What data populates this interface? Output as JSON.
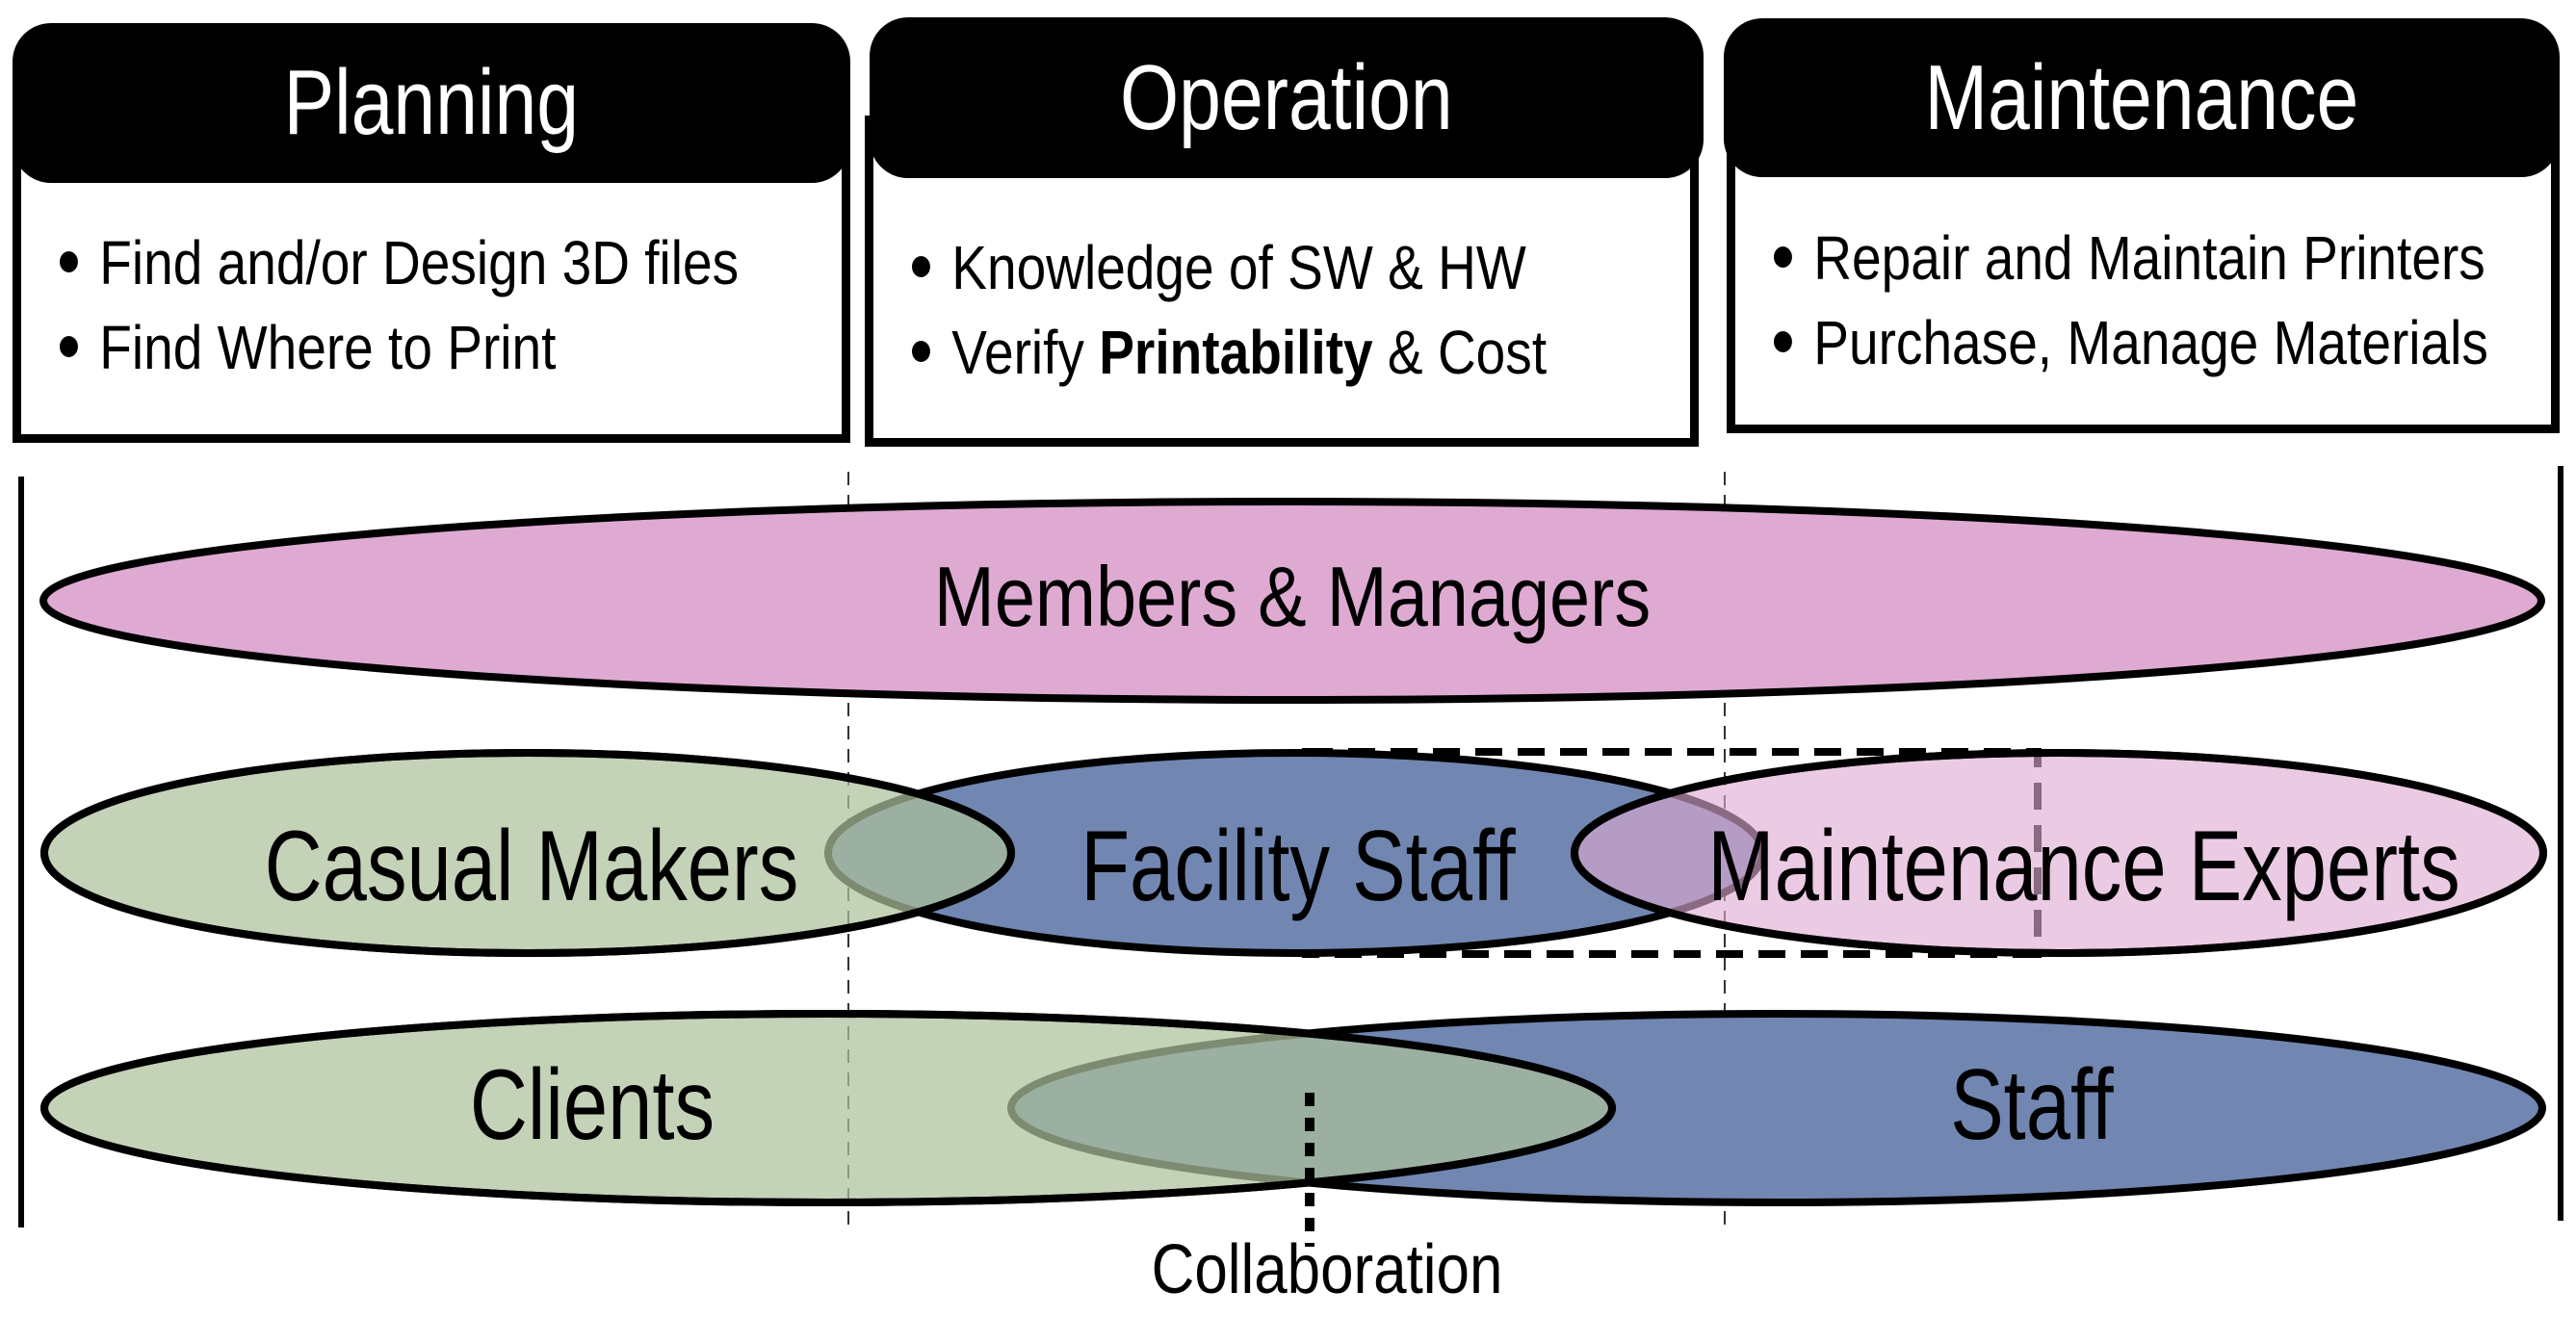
{
  "phases": [
    {
      "title": "Planning",
      "bullets": [
        {
          "text": "Find and/or Design  3D files"
        },
        {
          "text": "Find Where to Print"
        }
      ]
    },
    {
      "title": "Operation",
      "bullets": [
        {
          "text": "Knowledge of SW & HW"
        },
        {
          "pre": "Verify ",
          "bold": "Printability",
          "post": " & Cost"
        }
      ]
    },
    {
      "title": "Maintenance",
      "bullets": [
        {
          "text": "Repair and  Maintain Printers"
        },
        {
          "text": "Purchase, Manage Materials"
        }
      ]
    }
  ],
  "groups": {
    "members_managers": "Members & Managers",
    "casual_makers": "Casual Makers",
    "facility_staff": "Facility Staff",
    "maintenance_experts": "Maintenance Experts",
    "clients": "Clients",
    "staff": "Staff"
  },
  "annotation": {
    "collaboration": "Collaboration"
  },
  "colors": {
    "pink": "#deaad2",
    "blue": "#7186b1",
    "green": "#adc09c",
    "green_blue_overlap": "#67846f",
    "pink_blue_overlap": "#ab82b6",
    "outline": "#000000"
  }
}
